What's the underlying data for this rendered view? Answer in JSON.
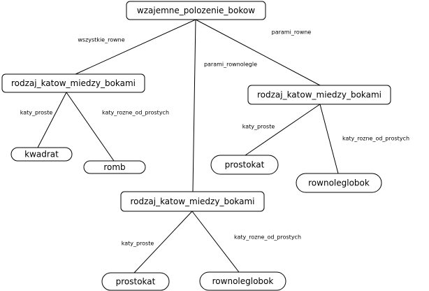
{
  "root": {
    "label": "wzajemne_polozenie_bokow"
  },
  "branches": {
    "wszystkie": {
      "edge_label": "wszystkie_rowne",
      "node_label": "rodzaj_katow_miedzy_bokami",
      "leaves": {
        "proste": {
          "edge_label": "katy_proste",
          "node_label": "kwadrat"
        },
        "rozne": {
          "edge_label": "katy_rozne_od_prostych",
          "node_label": "romb"
        }
      }
    },
    "rownolegle": {
      "edge_label": "parami_rownolegle",
      "node_label": "rodzaj_katow_miedzy_bokami",
      "leaves": {
        "proste": {
          "edge_label": "katy_proste",
          "node_label": "prostokat"
        },
        "rozne": {
          "edge_label": "katy_rozne_od_prostych",
          "node_label": "rownoleglobok"
        }
      }
    },
    "rowne": {
      "edge_label": "parami_rowne",
      "node_label": "rodzaj_katow_miedzy_bokami",
      "leaves": {
        "proste": {
          "edge_label": "katy_proste",
          "node_label": "prostokat"
        },
        "rozne": {
          "edge_label": "katy_rozne_od_prostych",
          "node_label": "rownoleglobok"
        }
      }
    }
  }
}
